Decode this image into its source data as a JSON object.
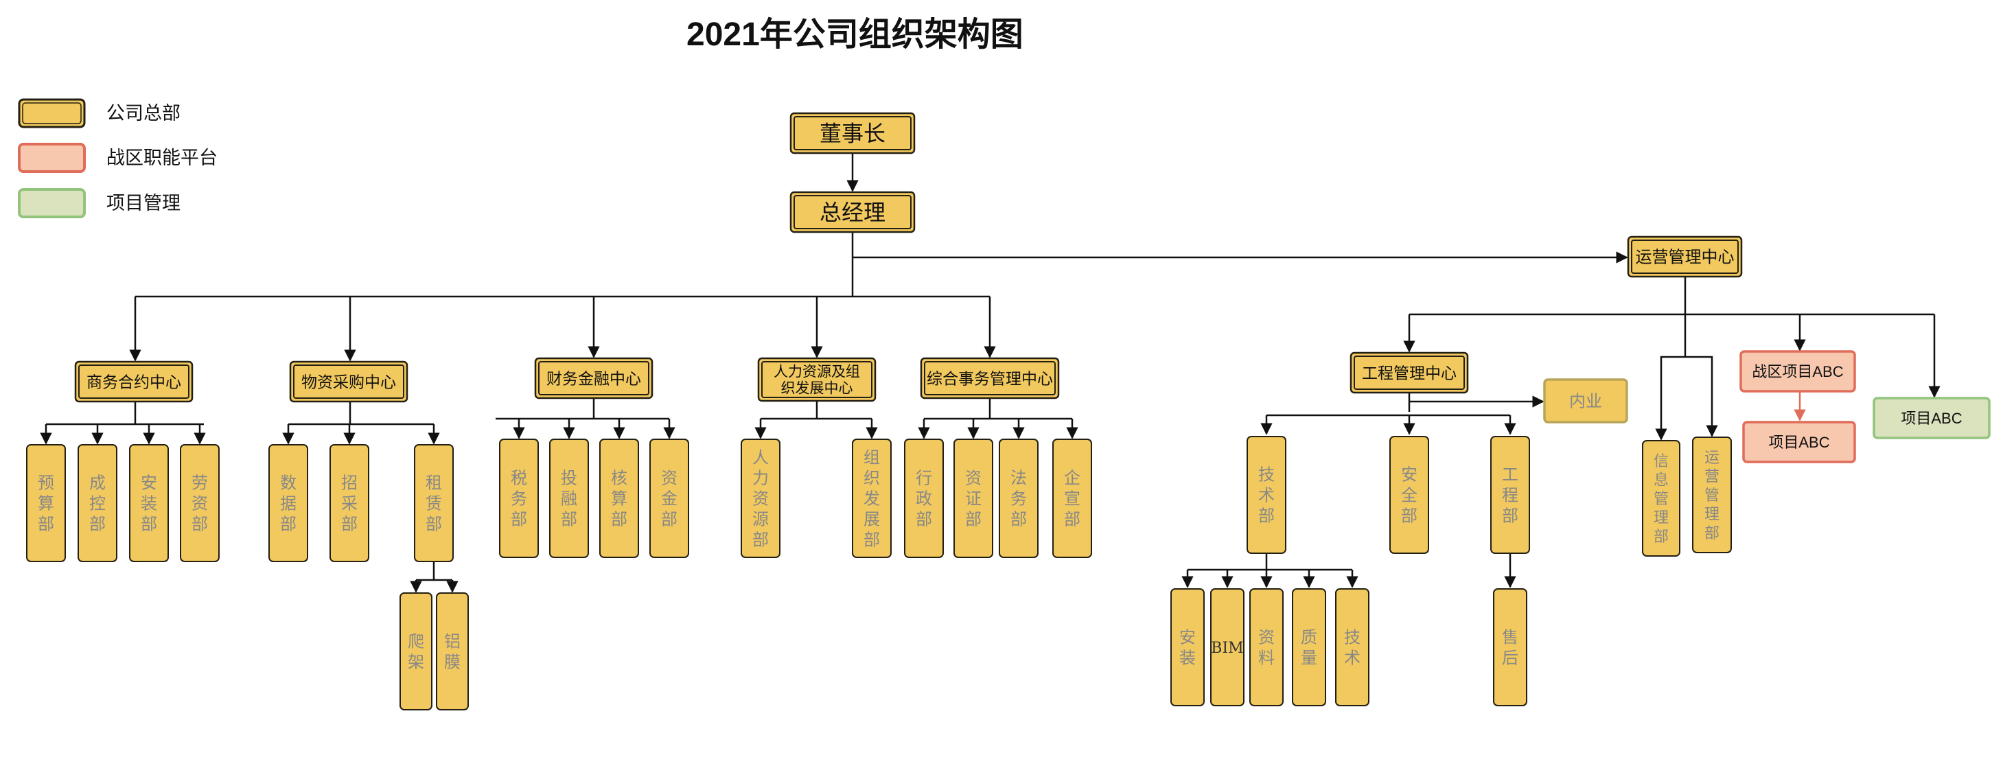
{
  "title": "2021年公司组织架构图",
  "colors": {
    "hq_fill": "#F2C95E",
    "hq_stroke": "#231F13",
    "platform_fill": "#F7C7AE",
    "platform_stroke": "#E06C5A",
    "project_fill": "#DBE2BE",
    "project_stroke": "#93C47D",
    "line": "#111111",
    "muted_text": "#888888",
    "dark_text": "#111111",
    "arrow_red": "#E06C5A"
  },
  "legend": [
    {
      "label": "公司总部",
      "kind": "hq"
    },
    {
      "label": "战区职能平台",
      "kind": "platform"
    },
    {
      "label": "项目管理",
      "kind": "project"
    }
  ],
  "org": {
    "chairman": "董事长",
    "gm": "总经理",
    "ops_center": "运营管理中心",
    "centers": [
      {
        "label": "商务合约中心",
        "depts": [
          "预算部",
          "成控部",
          "安装部",
          "劳资部"
        ]
      },
      {
        "label": "物资采购中心",
        "depts": [
          "数据部",
          "招采部",
          "租赁部"
        ],
        "sub_of_rent": [
          "爬架",
          "铝膜"
        ]
      },
      {
        "label": "财务金融中心",
        "depts": [
          "税务部",
          "投融部",
          "核算部",
          "资金部"
        ]
      },
      {
        "label": "人力资源及组织发展中心",
        "depts": [
          "人力资源部",
          "组织发展部"
        ]
      },
      {
        "label": "综合事务管理中心",
        "depts": [
          "行政部",
          "资证部",
          "法务部",
          "企宣部"
        ]
      }
    ],
    "engineering": {
      "label": "工程管理中心",
      "internal": "内业",
      "depts": [
        "技术部",
        "安全部",
        "工程部"
      ],
      "tech_subs": [
        "安装",
        "BIM",
        "资料",
        "质量",
        "技术"
      ],
      "eng_subs": [
        "售后"
      ]
    },
    "ops_depts": [
      "信息管理部",
      "运营管理部"
    ],
    "zone_platform": "战区项目ABC",
    "zone_project": "项目ABC",
    "project": "项目ABC"
  }
}
